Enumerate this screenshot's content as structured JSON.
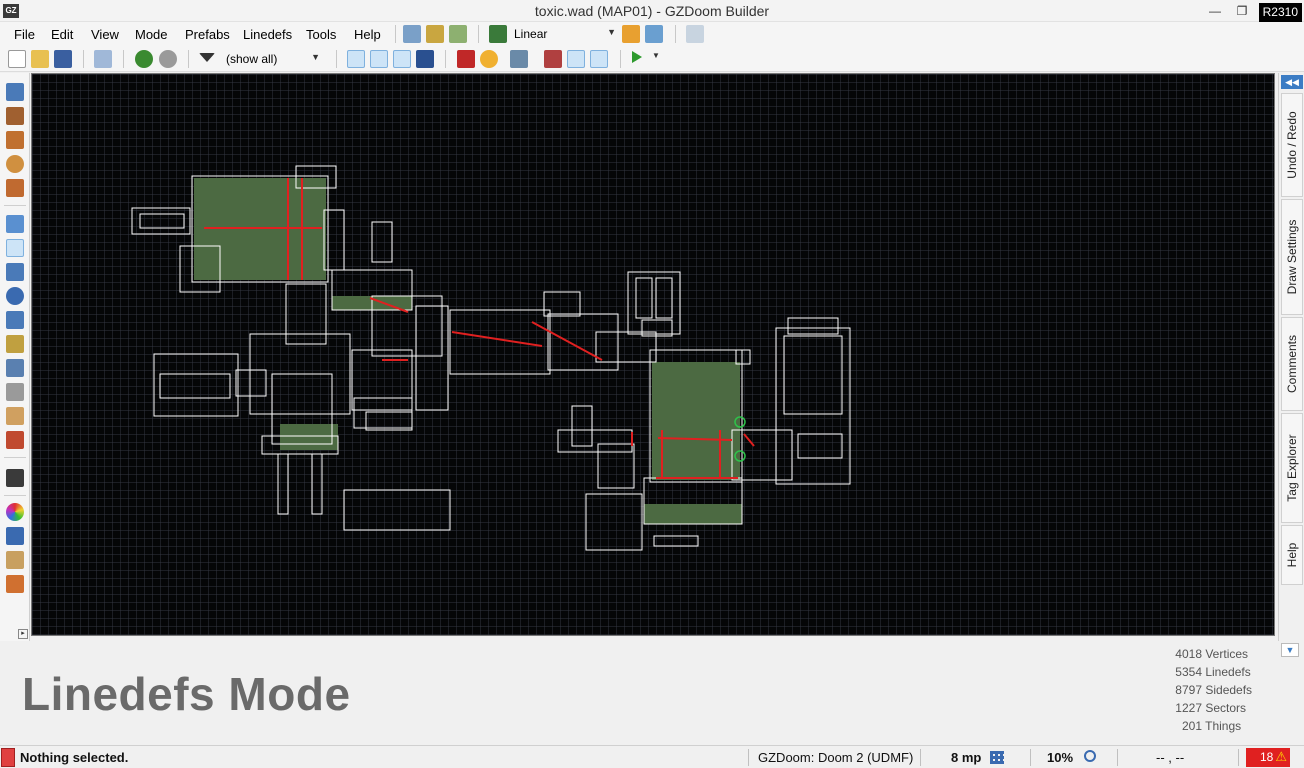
{
  "window": {
    "title": "toxic.wad (MAP01) - GZDoom Builder",
    "app_icon_text": "GZ",
    "revision": "R2310",
    "minimize": "—",
    "restore": "❐"
  },
  "menu": [
    "File",
    "Edit",
    "View",
    "Mode",
    "Prefabs",
    "Linedefs",
    "Tools",
    "Help"
  ],
  "menubar_combo": {
    "value": "Linear"
  },
  "toolbar": {
    "filter_value": "(show all)"
  },
  "map": {
    "background_color": "#050607",
    "line_color": "#ffffff",
    "selected_line_color": "#e02020",
    "sector_fill": "#4c6a42"
  },
  "docker_tabs": [
    "Undo / Redo",
    "Draw Settings",
    "Comments",
    "Tag Explorer",
    "Help"
  ],
  "mode_title": "Linedefs Mode",
  "stats": [
    {
      "count": "4018",
      "label": "Vertices"
    },
    {
      "count": "5354",
      "label": "Linedefs"
    },
    {
      "count": "8797",
      "label": "Sidedefs"
    },
    {
      "count": "1227",
      "label": "Sectors"
    },
    {
      "count": "201",
      "label": "Things"
    }
  ],
  "status": {
    "message": "Nothing selected.",
    "engine": "GZDoom: Doom 2 (UDMF)",
    "grid": "8 mp",
    "zoom": "10%",
    "coordinates": "-- , --",
    "errors": "18"
  },
  "icons": {
    "collapse": "◀◀",
    "dropdown": "▼",
    "warning": "⚠"
  }
}
